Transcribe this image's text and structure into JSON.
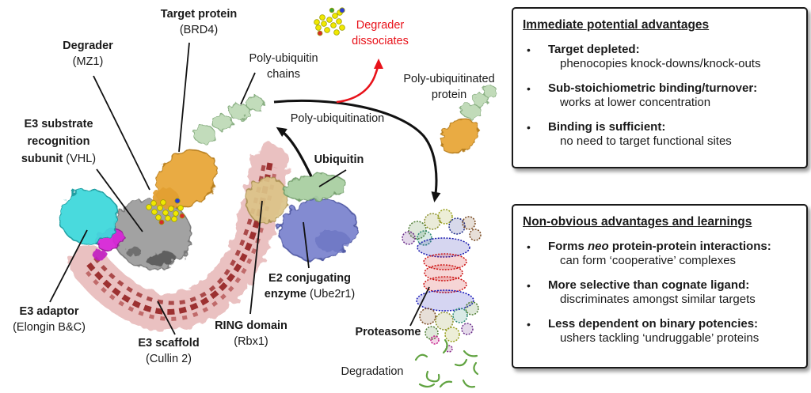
{
  "glyphs": {
    "bullet": "•"
  },
  "colors": {
    "red_accent": "#e8121a",
    "target_orange": "#e9a93d",
    "elongin_cyan": "#3fd9dc",
    "elongin_magenta": "#d626d6",
    "vhl_gray": "#9b9b9b",
    "cullin_dark_red": "#8e1616",
    "e2_blue": "#7d85cf",
    "ubiquitin_green": "#a9cfa2",
    "rbx1_tan": "#dcc488",
    "degrader_yellow": "#f0e800",
    "degradation_green": "#61a341"
  },
  "diagram": {
    "labels": {
      "target_protein": {
        "name": "Target protein",
        "detail": "(BRD4)"
      },
      "degrader": {
        "name": "Degrader",
        "detail": "(MZ1)"
      },
      "e3_substrate": {
        "line1": "E3 substrate",
        "line2": "recognition",
        "line3_bold": "subunit",
        "line3_detail": "(VHL)"
      },
      "poly_ub_chains": {
        "line1": "Poly-ubiquitin",
        "line2": "chains"
      },
      "degrader_dissociates": {
        "line1": "Degrader",
        "line2": "dissociates"
      },
      "poly_ub_protein": {
        "line1": "Poly-ubiquitinated",
        "line2": "protein"
      },
      "poly_ubiquitination": {
        "text": "Poly-ubiquitination"
      },
      "ubiquitin": {
        "text": "Ubiquitin"
      },
      "e2_enzyme": {
        "line1": "E2 conjugating",
        "line2_bold": "enzyme",
        "line2_detail": "(Ube2r1)"
      },
      "ring_domain": {
        "name": "RING domain",
        "detail": "(Rbx1)"
      },
      "e3_adaptor": {
        "name": "E3 adaptor",
        "detail": "(Elongin B&C)"
      },
      "e3_scaffold": {
        "name": "E3 scaffold",
        "detail": "(Cullin 2)"
      },
      "proteasome": {
        "text": "Proteasome"
      },
      "degradation": {
        "text": "Degradation"
      }
    }
  },
  "boxes": {
    "box1": {
      "title": "Immediate potential advantages",
      "bullets": [
        {
          "head": "Target depleted:",
          "body": "phenocopies knock-downs/knock-outs"
        },
        {
          "head": "Sub-stoichiometric binding/turnover:",
          "body": "works at lower concentration"
        },
        {
          "head": "Binding is sufficient:",
          "body": "no need to target functional sites"
        }
      ]
    },
    "box2": {
      "title": "Non-obvious advantages and learnings",
      "bullets": [
        {
          "head_pre": "Forms ",
          "head_italic": "neo",
          "head_post": " protein-protein interactions:",
          "body": "can form ‘cooperative’ complexes"
        },
        {
          "head": "More selective than cognate ligand:",
          "body": "discriminates amongst similar targets"
        },
        {
          "head": "Less dependent on binary potencies:",
          "body": "ushers tackling ‘undruggable’ proteins"
        }
      ]
    }
  }
}
